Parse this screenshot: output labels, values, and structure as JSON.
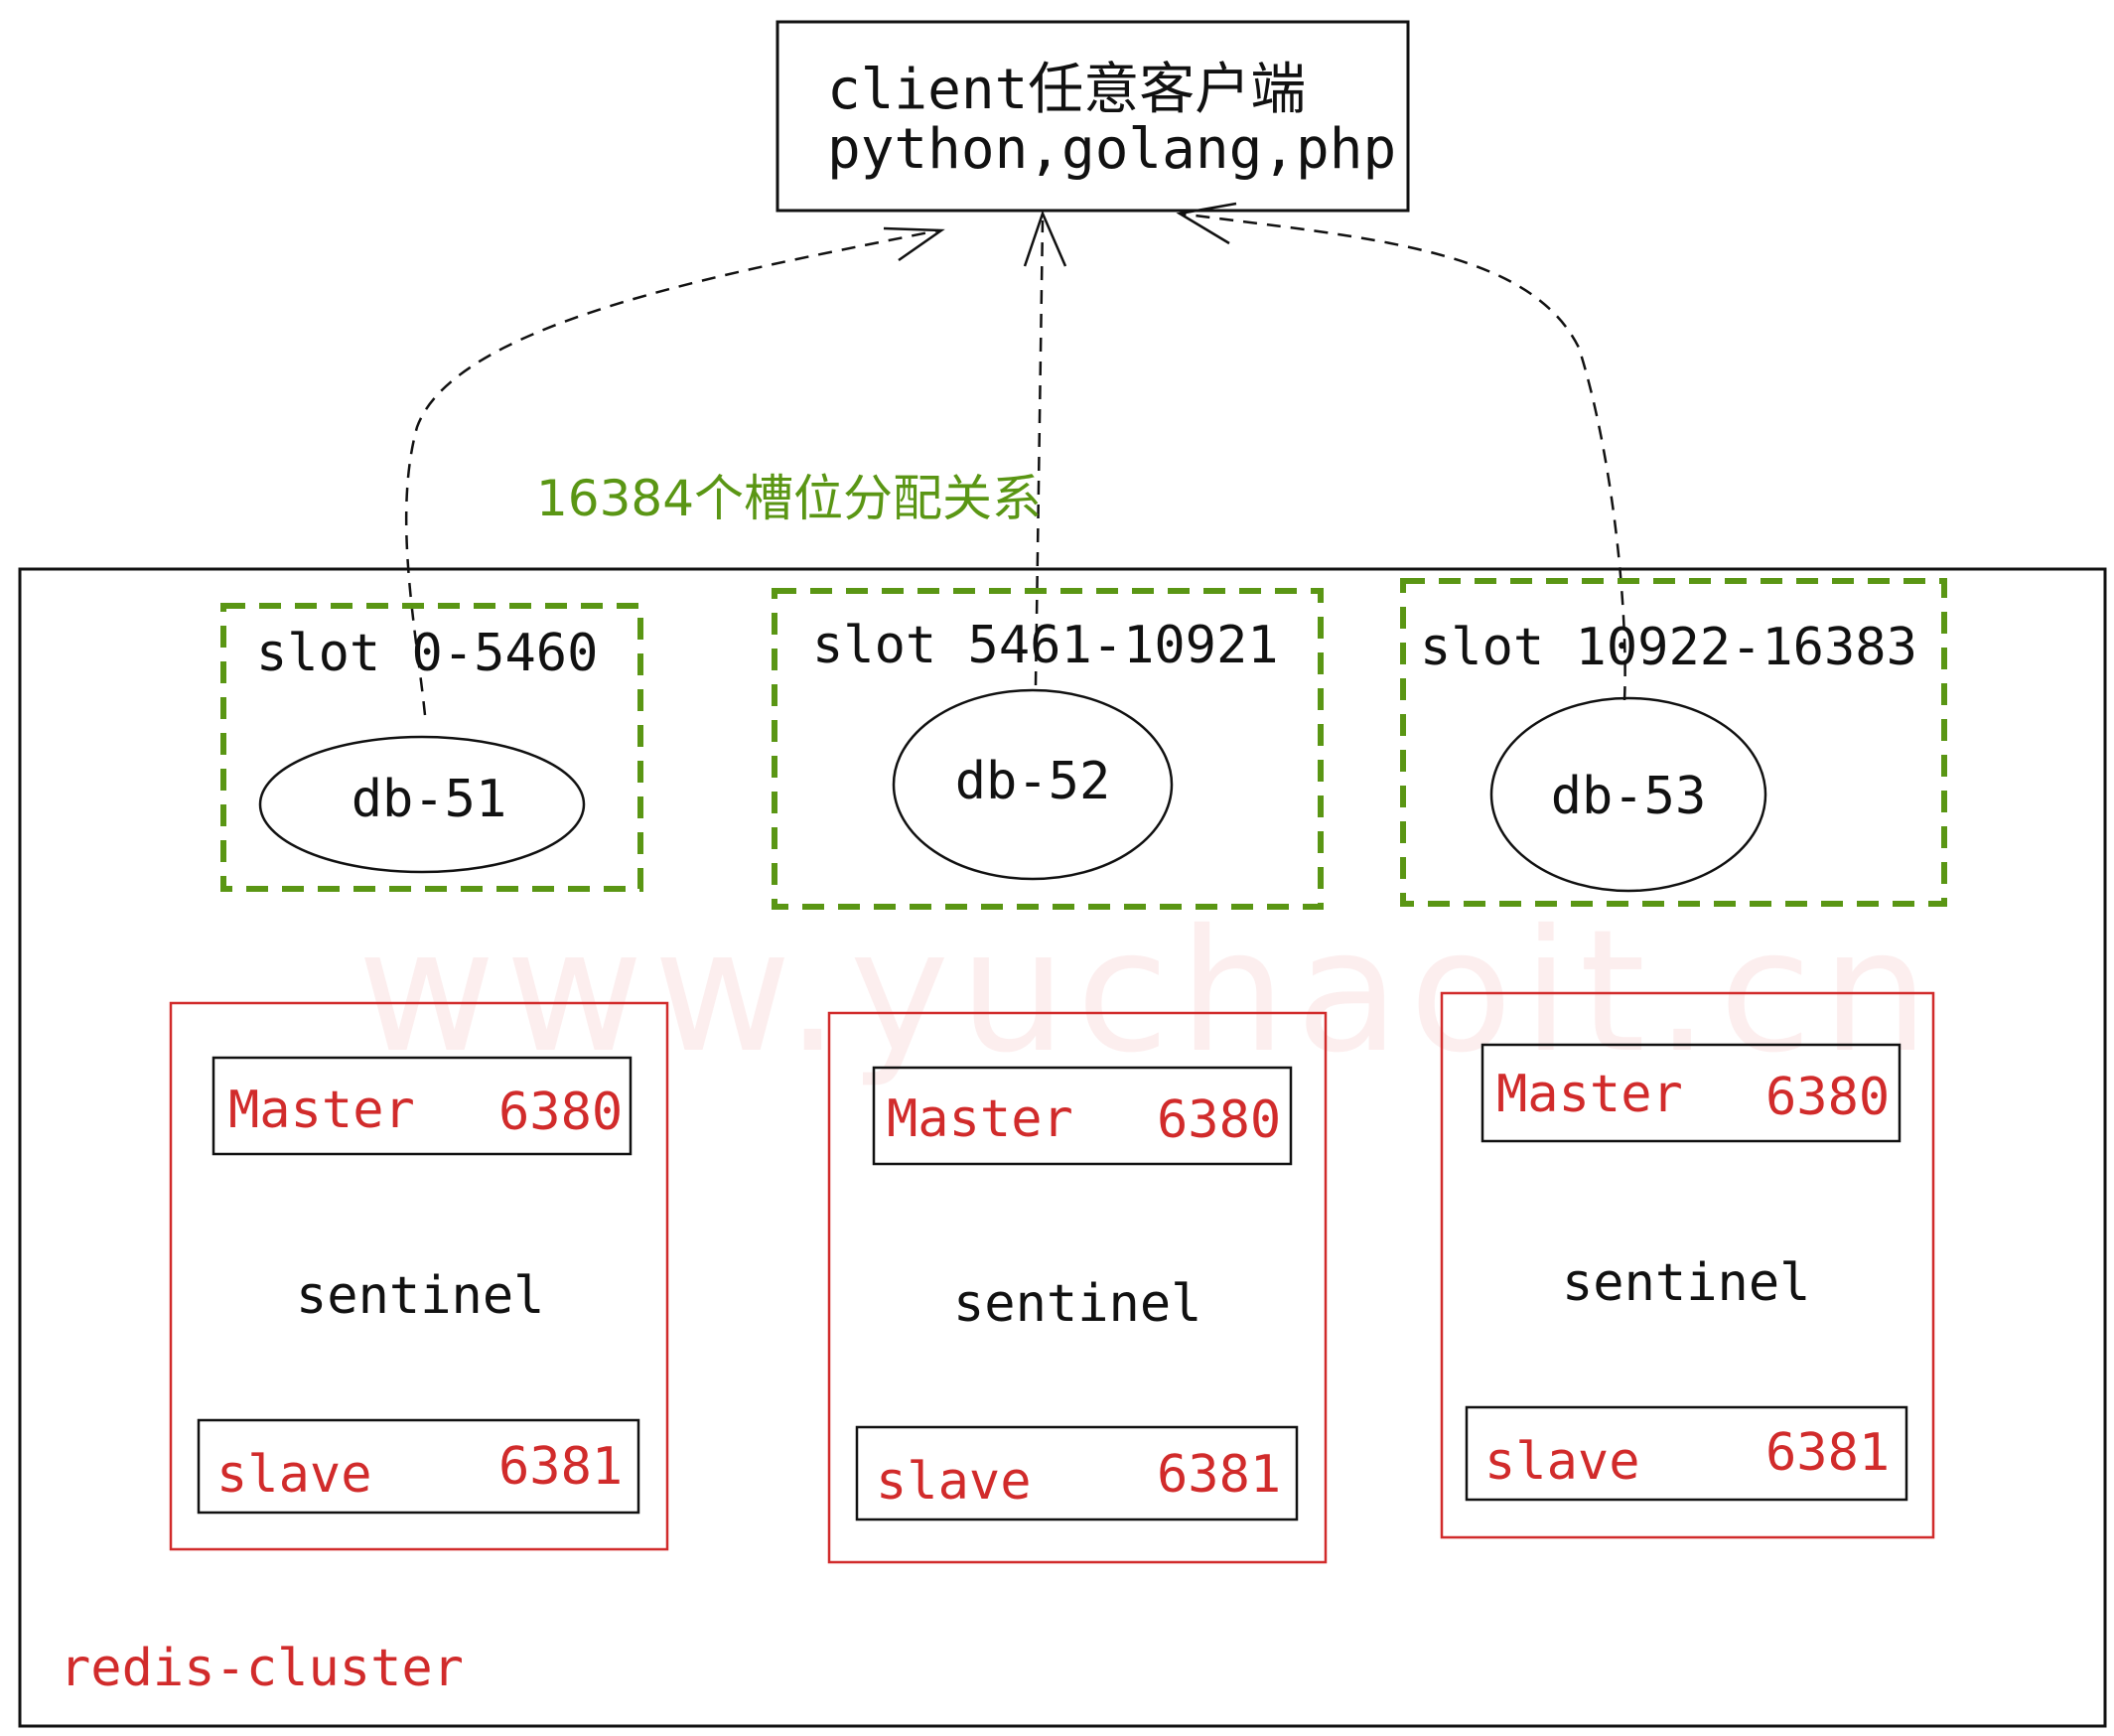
{
  "client": {
    "line1": "client任意客户端",
    "line2": "python,golang,php"
  },
  "edge_label": "16384个槽位分配关系",
  "cluster_label": "redis-cluster",
  "shards": [
    {
      "slot": "slot 0-5460",
      "db": "db-51",
      "master": "Master",
      "master_port": "6380",
      "sentinel": "sentinel",
      "slave": "slave",
      "slave_port": "6381"
    },
    {
      "slot": "slot 5461-10921",
      "db": "db-52",
      "master": "Master",
      "master_port": "6380",
      "sentinel": "sentinel",
      "slave": "slave",
      "slave_port": "6381"
    },
    {
      "slot": "slot 10922-16383",
      "db": "db-53",
      "master": "Master",
      "master_port": "6380",
      "sentinel": "sentinel",
      "slave": "slave",
      "slave_port": "6381"
    }
  ],
  "watermark": "www.yuchaoit.cn",
  "colors": {
    "slot_border": "#5a9614",
    "node_text": "#d12b2b",
    "node_border": "#d12b2b",
    "line": "#111111"
  }
}
